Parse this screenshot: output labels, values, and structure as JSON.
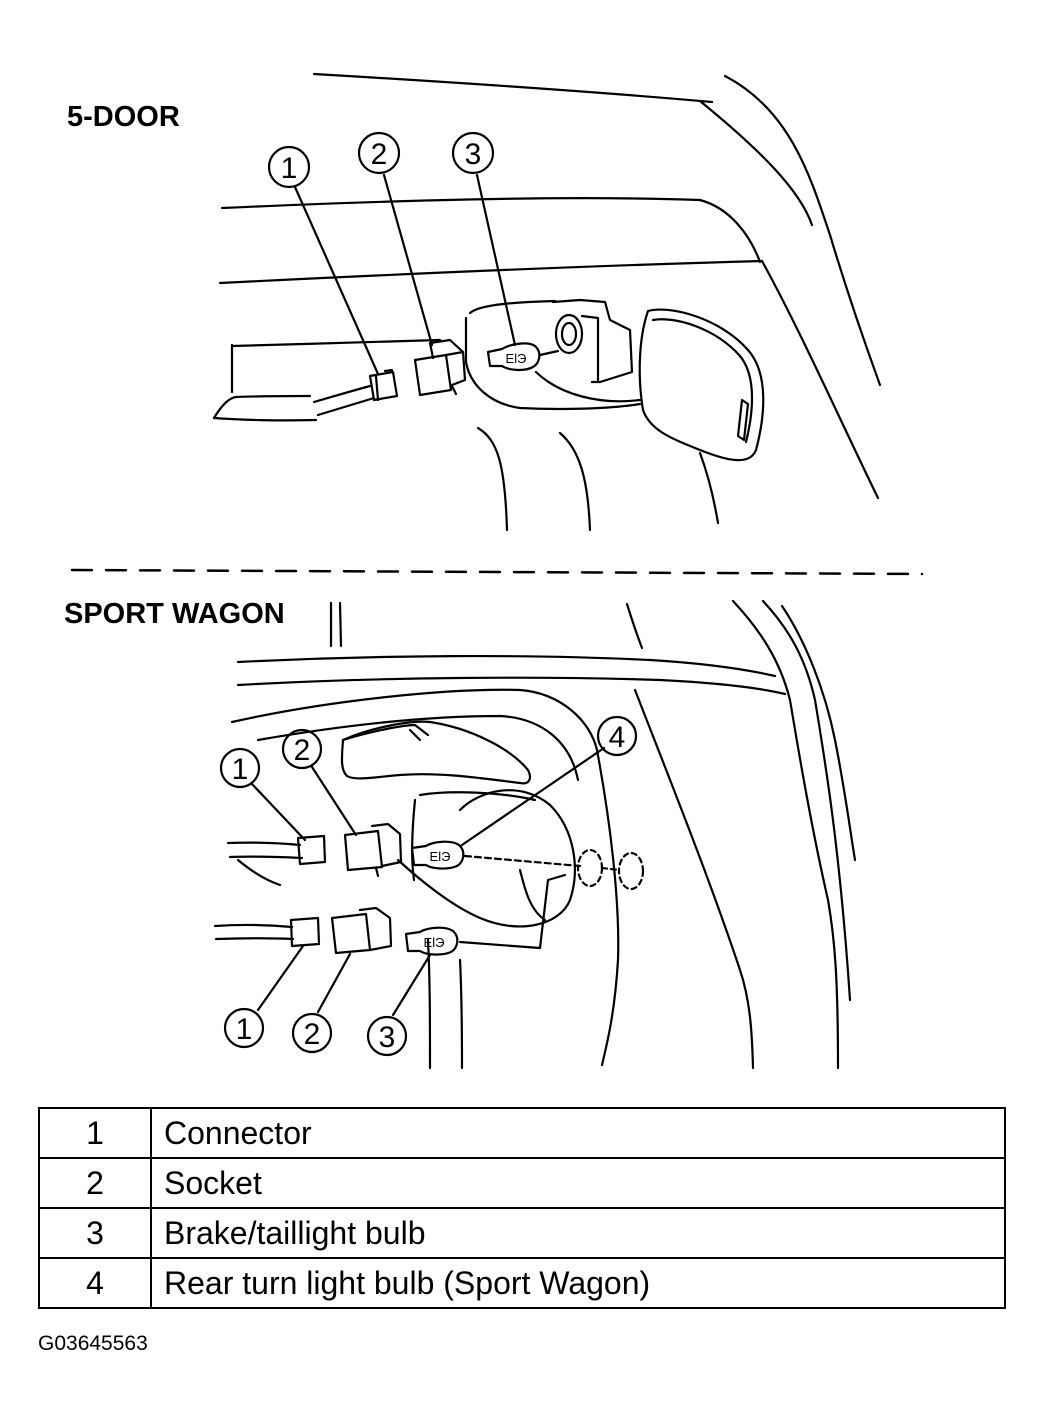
{
  "sections": {
    "five_door": {
      "title": "5-DOOR"
    },
    "sport_wagon": {
      "title": "SPORT WAGON"
    }
  },
  "callouts": {
    "five_door": [
      "1",
      "2",
      "3"
    ],
    "sport_wagon": [
      "1",
      "2",
      "4",
      "1",
      "2",
      "3"
    ]
  },
  "legend": [
    {
      "num": "1",
      "desc": "Connector"
    },
    {
      "num": "2",
      "desc": "Socket"
    },
    {
      "num": "3",
      "desc": "Brake/taillight bulb"
    },
    {
      "num": "4",
      "desc": "Rear turn light bulb (Sport Wagon)"
    }
  ],
  "figure_code": "G03645563"
}
